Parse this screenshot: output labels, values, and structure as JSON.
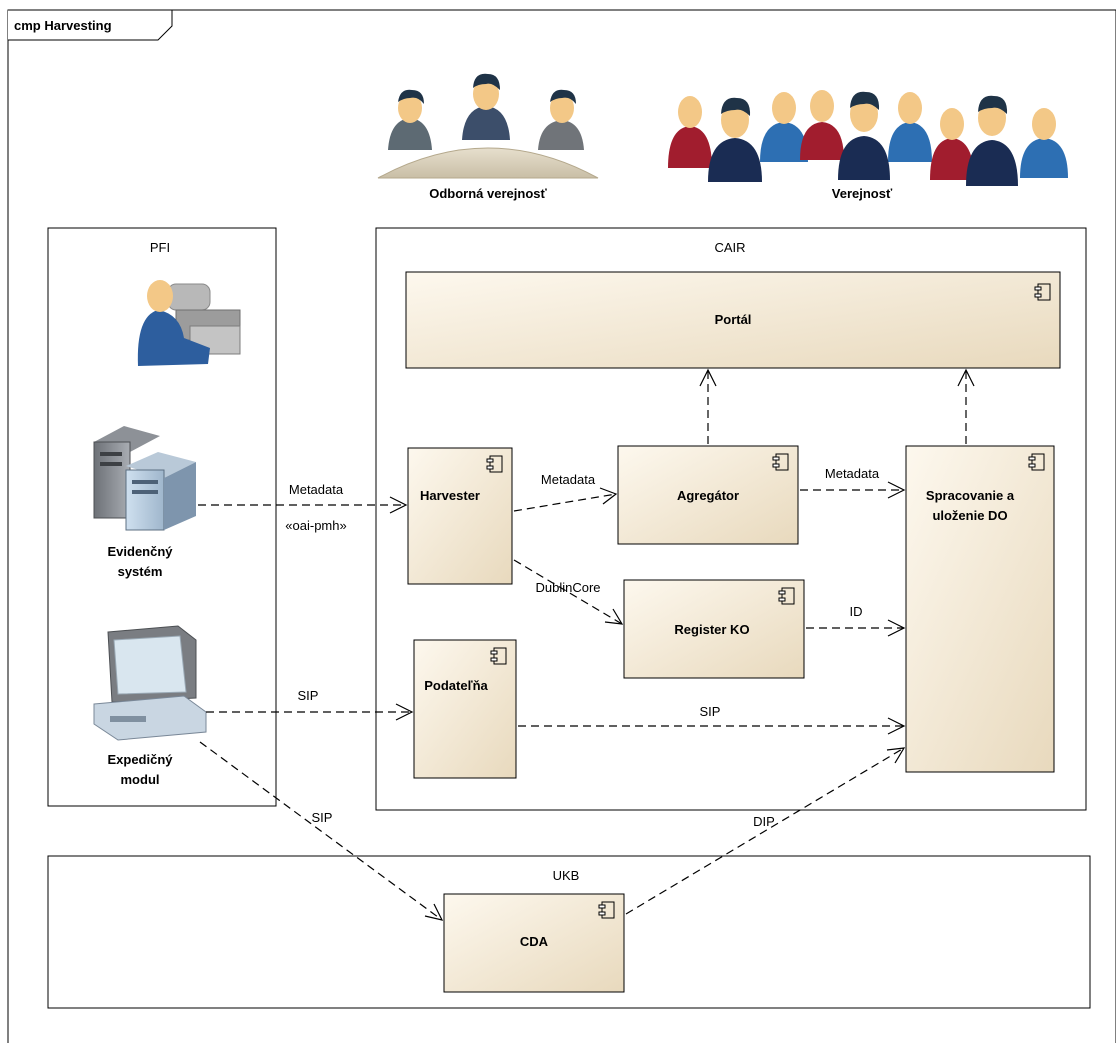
{
  "frame": {
    "title": "cmp Harvesting"
  },
  "actors": {
    "professional_public": "Odborná verejnosť",
    "public": "Verejnosť"
  },
  "containers": {
    "pfi": "PFI",
    "cair": "CAIR",
    "ukb": "UKB"
  },
  "systems": {
    "registry_line1": "Evidenčný",
    "registry_line2": "systém",
    "dispatch_line1": "Expedičný",
    "dispatch_line2": "modul"
  },
  "components": {
    "portal": "Portál",
    "harvester": "Harvester",
    "aggregator": "Agregátor",
    "processing_line1": "Spracovanie a",
    "processing_line2": "uloženie DO",
    "register": "Register KO",
    "filing": "Podateľňa",
    "cda": "CDA"
  },
  "connectors": {
    "registry_to_harvester": "Metadata",
    "registry_to_harvester_stereotype": "«oai-pmh»",
    "harvester_to_aggregator": "Metadata",
    "aggregator_to_processing": "Metadata",
    "harvester_to_register": "DublinCore",
    "register_to_processing": "ID",
    "dispatch_to_filing": "SIP",
    "filing_to_processing": "SIP",
    "dispatch_to_cda": "SIP",
    "cda_to_processing": "DIP"
  }
}
